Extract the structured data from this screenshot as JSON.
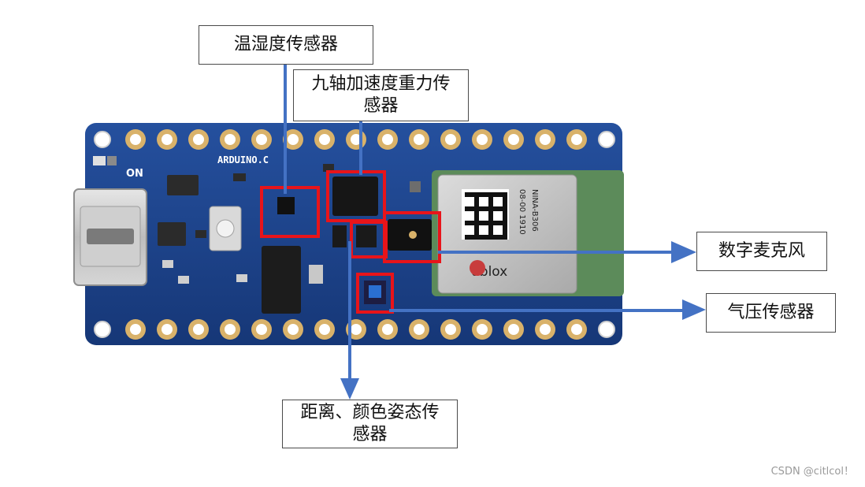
{
  "labels": {
    "temp_humidity": "温湿度传感器",
    "imu": "九轴加速度重力传\n感器",
    "microphone": "数字麦克风",
    "barometer": "气压传感器",
    "proximity_color": "距离、颜色姿态传\n感器"
  },
  "board": {
    "silkscreen_brand": "ARDUINO.C",
    "silkscreen_on": "ON",
    "module_logo": "blox",
    "module_text_1": "08-00 1910",
    "module_text_2": "NINA-B306"
  },
  "watermark": "CSDN @citlcol！",
  "colors": {
    "pcb": "#1d3f86",
    "highlight": "#e8141a",
    "callout": "#4472c4",
    "pad": "#d9b26a"
  }
}
